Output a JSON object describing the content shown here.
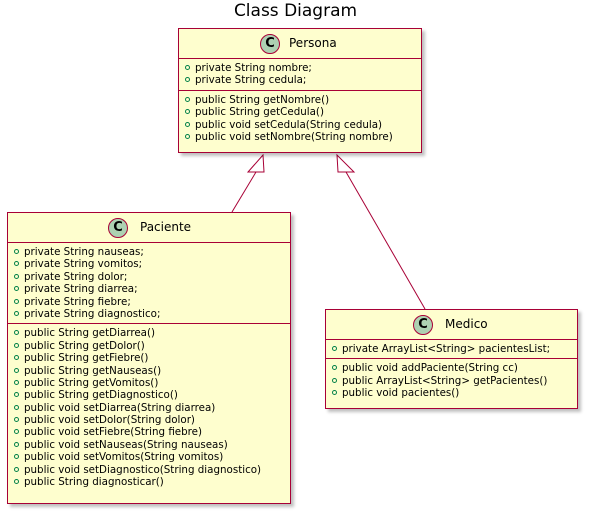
{
  "title": "Class Diagram",
  "colors": {
    "class_fill": "#FEFECE",
    "border": "#A80036",
    "icon_fill": "#ADD1B2",
    "visibility": "#038048"
  },
  "classes": {
    "persona": {
      "icon": "C",
      "name": "Persona",
      "fields": [
        "private String nombre;",
        "private String cedula;"
      ],
      "methods": [
        "public String getNombre()",
        "public String getCedula()",
        "public void setCedula(String cedula)",
        "public void setNombre(String nombre)"
      ]
    },
    "paciente": {
      "icon": "C",
      "name": "Paciente",
      "fields": [
        "private String nauseas;",
        "private String vomitos;",
        "private String dolor;",
        "private String diarrea;",
        "private String fiebre;",
        "private String diagnostico;"
      ],
      "methods": [
        "public String getDiarrea()",
        "public String getDolor()",
        "public String getFiebre()",
        "public String getNauseas()",
        "public String getVomitos()",
        "public String getDiagnostico()",
        "public void setDiarrea(String diarrea)",
        "public void setDolor(String dolor)",
        "public void setFiebre(String fiebre)",
        "public void setNauseas(String nauseas)",
        "public void setVomitos(String vomitos)",
        "public void setDiagnostico(String diagnostico)",
        "public String diagnosticar()"
      ]
    },
    "medico": {
      "icon": "C",
      "name": "Medico",
      "fields": [
        "private ArrayList<String> pacientesList;"
      ],
      "methods": [
        "public void addPaciente(String cc)",
        "public ArrayList<String> getPacientes()",
        "public void pacientes()"
      ]
    }
  },
  "relations": [
    {
      "type": "inheritance",
      "from": "Paciente",
      "to": "Persona"
    },
    {
      "type": "inheritance",
      "from": "Medico",
      "to": "Persona"
    }
  ]
}
